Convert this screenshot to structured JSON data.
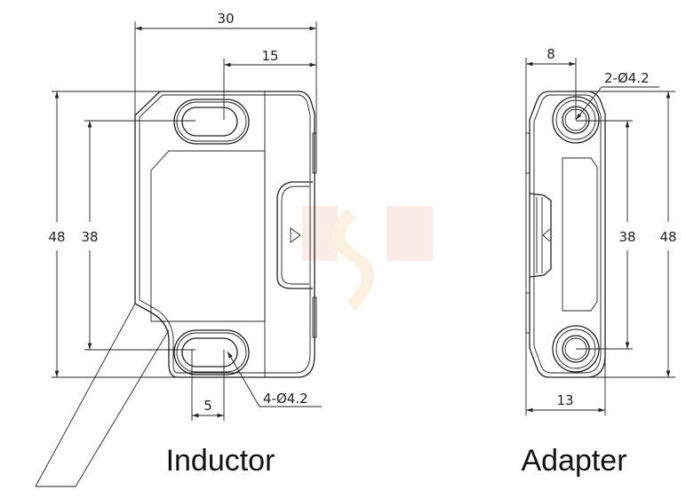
{
  "inductor": {
    "title": "Inductor",
    "dims": {
      "width": "30",
      "half_width": "15",
      "height": "48",
      "hole_pitch": "38",
      "slot": "5",
      "holes": "4-Ø4.2"
    }
  },
  "adapter": {
    "title": "Adapter",
    "dims": {
      "offset": "8",
      "holes": "2-Ø4.2",
      "hole_pitch": "38",
      "height": "48",
      "width": "13"
    }
  },
  "colors": {
    "line": "#222222",
    "watermark": "#f5d9c8"
  }
}
